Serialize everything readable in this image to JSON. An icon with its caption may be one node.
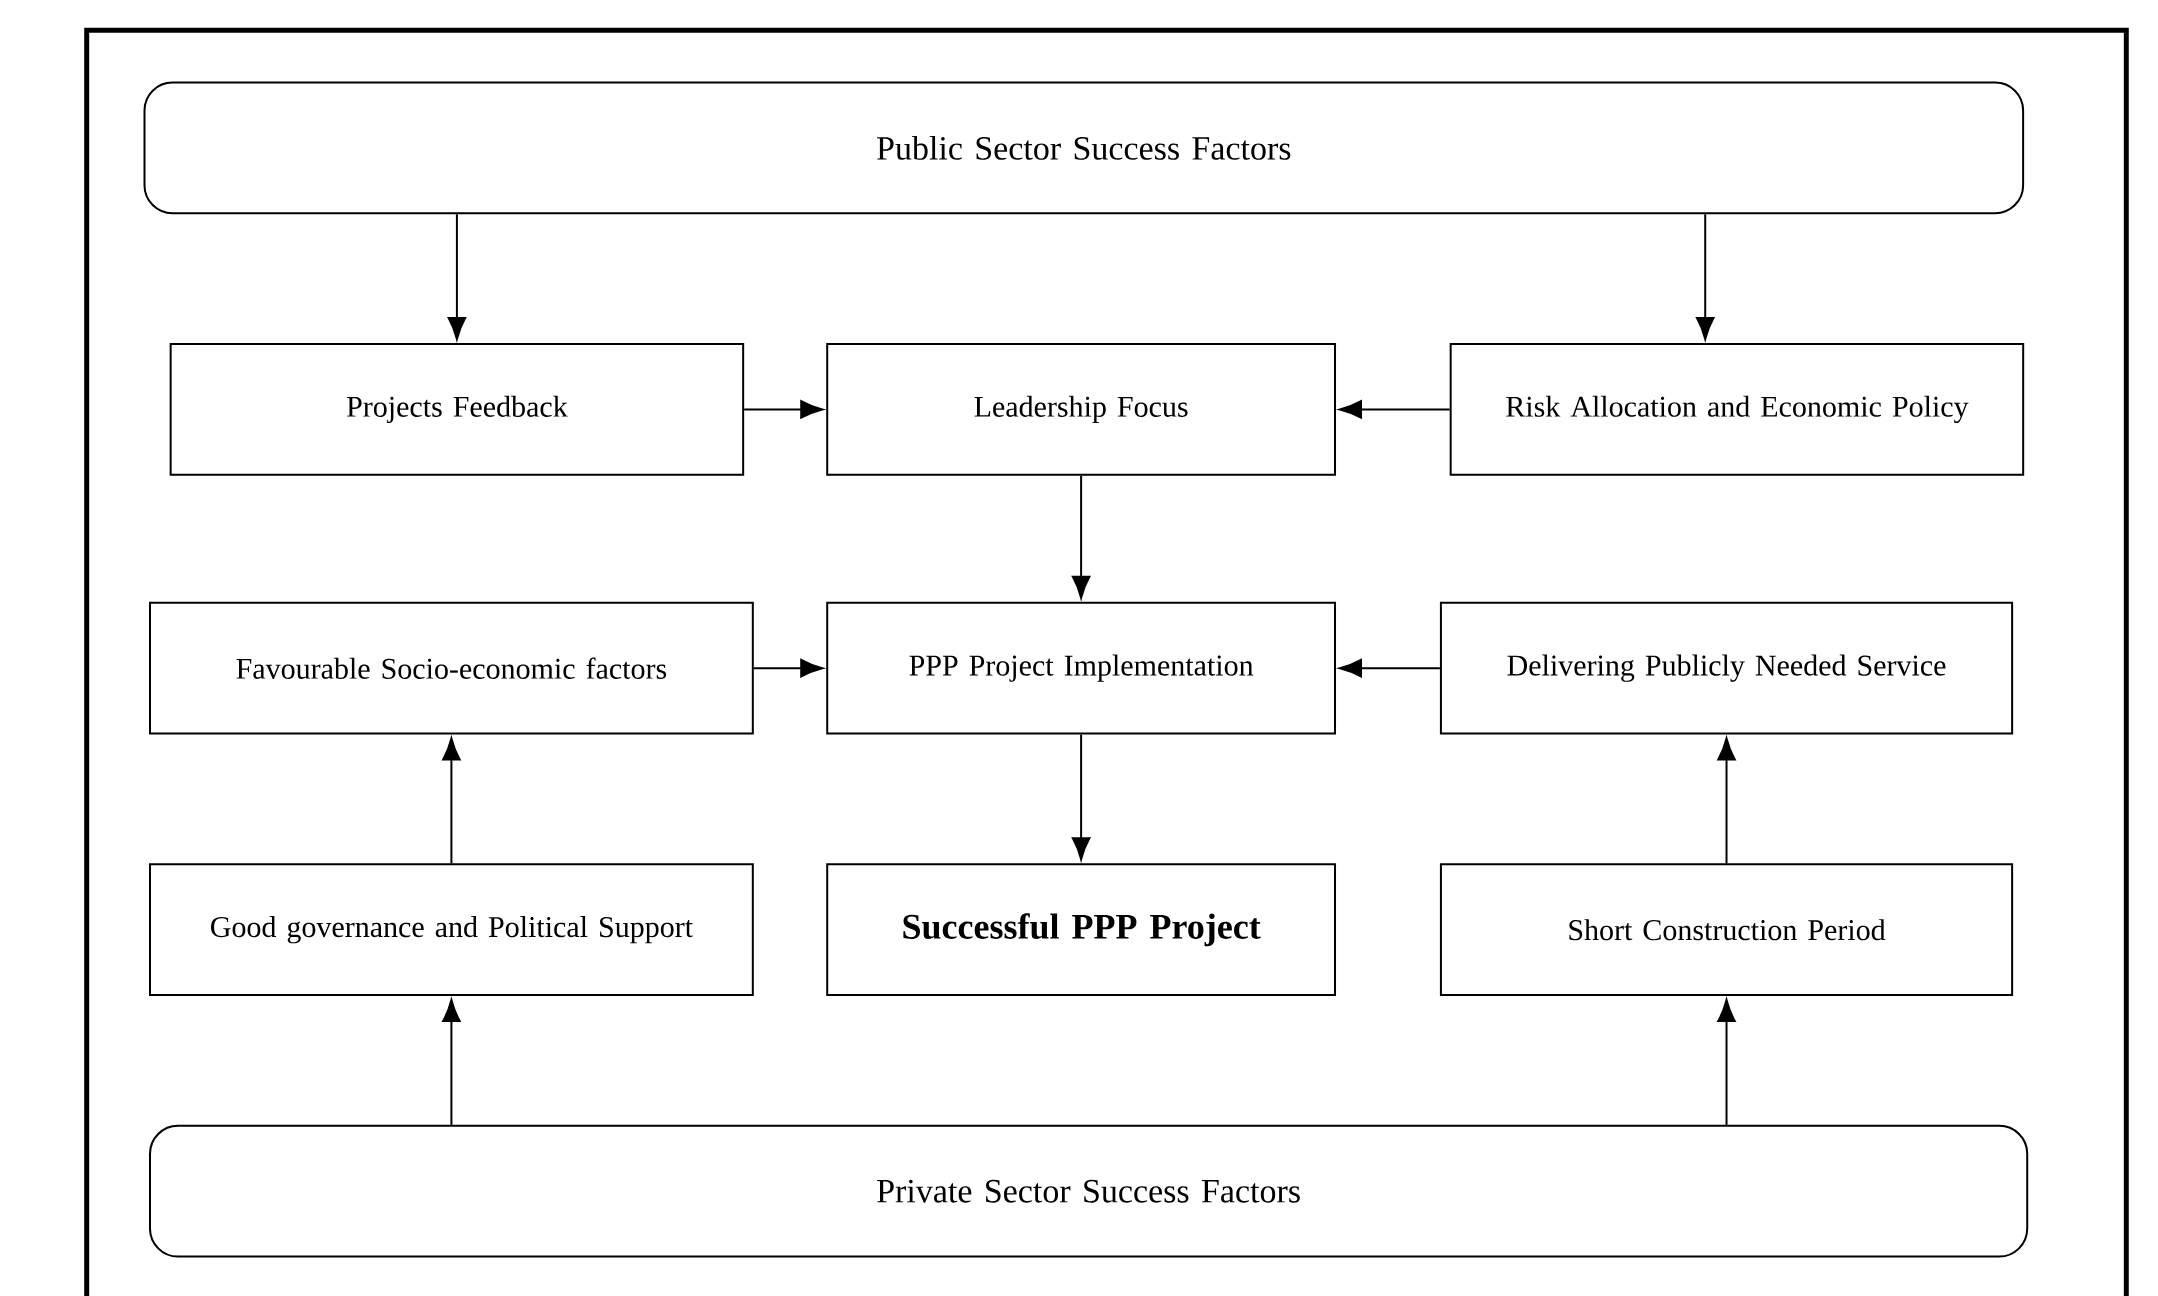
{
  "diagram": {
    "nodes": [
      {
        "text": [
          "Public Sector Success Factors"
        ]
      },
      {
        "text": [
          "Projects Feedback"
        ]
      },
      {
        "text": [
          "Leadership Focus"
        ]
      },
      {
        "text": [
          "Risk Allocation and Economic Policy"
        ]
      },
      {
        "text": [
          "Favourable Socio-economic factors"
        ]
      },
      {
        "text": [
          "PPP Project Implementation"
        ]
      },
      {
        "text": [
          "Delivering Publicly Needed Service"
        ]
      },
      {
        "text": [
          "Good governance and Political Support"
        ]
      },
      {
        "text": [
          "Successful PPP Project"
        ]
      },
      {
        "text": [
          "Short Construction Period"
        ]
      },
      {
        "text": [
          "Private Sector Success Factors"
        ]
      }
    ],
    "edges": [
      {
        "from": 0,
        "to": 1,
        "arrow": "to"
      },
      {
        "from": 0,
        "to": 3,
        "arrow": "to"
      },
      {
        "from": 1,
        "to": 2,
        "arrow": "to"
      },
      {
        "from": 3,
        "to": 2,
        "arrow": "to"
      },
      {
        "from": 2,
        "to": 5,
        "arrow": "to"
      },
      {
        "from": 4,
        "to": 5,
        "arrow": "to"
      },
      {
        "from": 6,
        "to": 5,
        "arrow": "to"
      },
      {
        "from": 5,
        "to": 8,
        "arrow": "to"
      },
      {
        "from": 7,
        "to": 4,
        "arrow": "to"
      },
      {
        "from": 9,
        "to": 6,
        "arrow": "to"
      },
      {
        "from": 10,
        "to": 7,
        "arrow": "to"
      },
      {
        "from": 10,
        "to": 9,
        "arrow": "to"
      }
    ]
  }
}
